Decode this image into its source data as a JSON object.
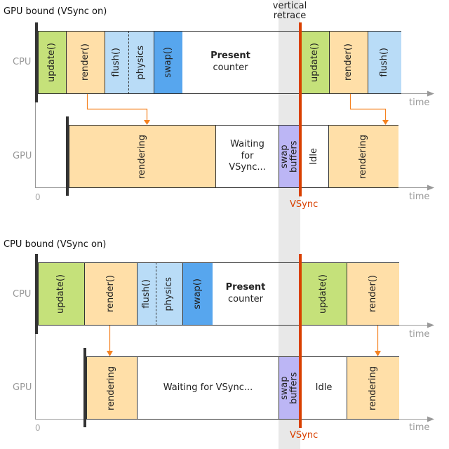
{
  "colors": {
    "update": "#c5e17a",
    "render": "#ffdfa8",
    "flush": "#b9dcf7",
    "swap": "#57a6ee",
    "swap_buffers": "#bcb6f5",
    "vsync": "#d94000",
    "arrow": "#f58220",
    "retrace_band": "#e8e8e8"
  },
  "vertical_retrace_label": "vertical retrace",
  "gpu_bound": {
    "title": "GPU bound (VSync on)",
    "cpu_label": "CPU",
    "gpu_label": "GPU",
    "cpu": {
      "update": "update()",
      "render": "render()",
      "flush": "flush()",
      "physics": "physics",
      "swap": "swap()",
      "present_bold": "Present",
      "present_rest": "counter",
      "update2": "update()",
      "render2": "render()",
      "flush2": "flush()"
    },
    "gpu": {
      "rendering": "rendering",
      "waiting": "Waiting for VSync...",
      "swap_buffers": "swap buffers",
      "idle": "Idle",
      "rendering2": "rendering"
    },
    "time_label": "time",
    "zero": "0",
    "vsync": "VSync"
  },
  "cpu_bound": {
    "title": "CPU bound (VSync on)",
    "cpu_label": "CPU",
    "gpu_label": "GPU",
    "cpu": {
      "update": "update()",
      "render": "render()",
      "flush": "flush()",
      "physics": "physics",
      "swap": "swap()",
      "present_bold": "Present",
      "present_rest": "counter",
      "update2": "update()",
      "render2": "render()"
    },
    "gpu": {
      "rendering": "rendering",
      "waiting": "Waiting for VSync...",
      "swap_buffers": "swap buffers",
      "idle": "Idle",
      "rendering2": "rendering"
    },
    "time_label": "time",
    "zero": "0",
    "vsync": "VSync"
  }
}
